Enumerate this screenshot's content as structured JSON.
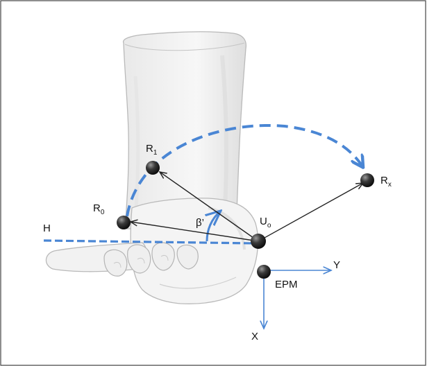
{
  "diagram": {
    "labels": {
      "R1": {
        "base": "R",
        "sub": "1"
      },
      "R0": {
        "base": "R",
        "sub": "0"
      },
      "Rx": {
        "base": "R",
        "sub": "x"
      },
      "Uo": {
        "base": "U",
        "sub": "o"
      },
      "H": "H",
      "beta": "β’",
      "EPM": "EPM",
      "Y": "Y",
      "X": "X"
    },
    "colors": {
      "accent": "#4a86d4",
      "arrow": "#222222",
      "ball": "#2a2a2a",
      "border": "#444444",
      "hand_outline": "#b9b9b9",
      "hand_fill": "#f1f1f1"
    }
  }
}
